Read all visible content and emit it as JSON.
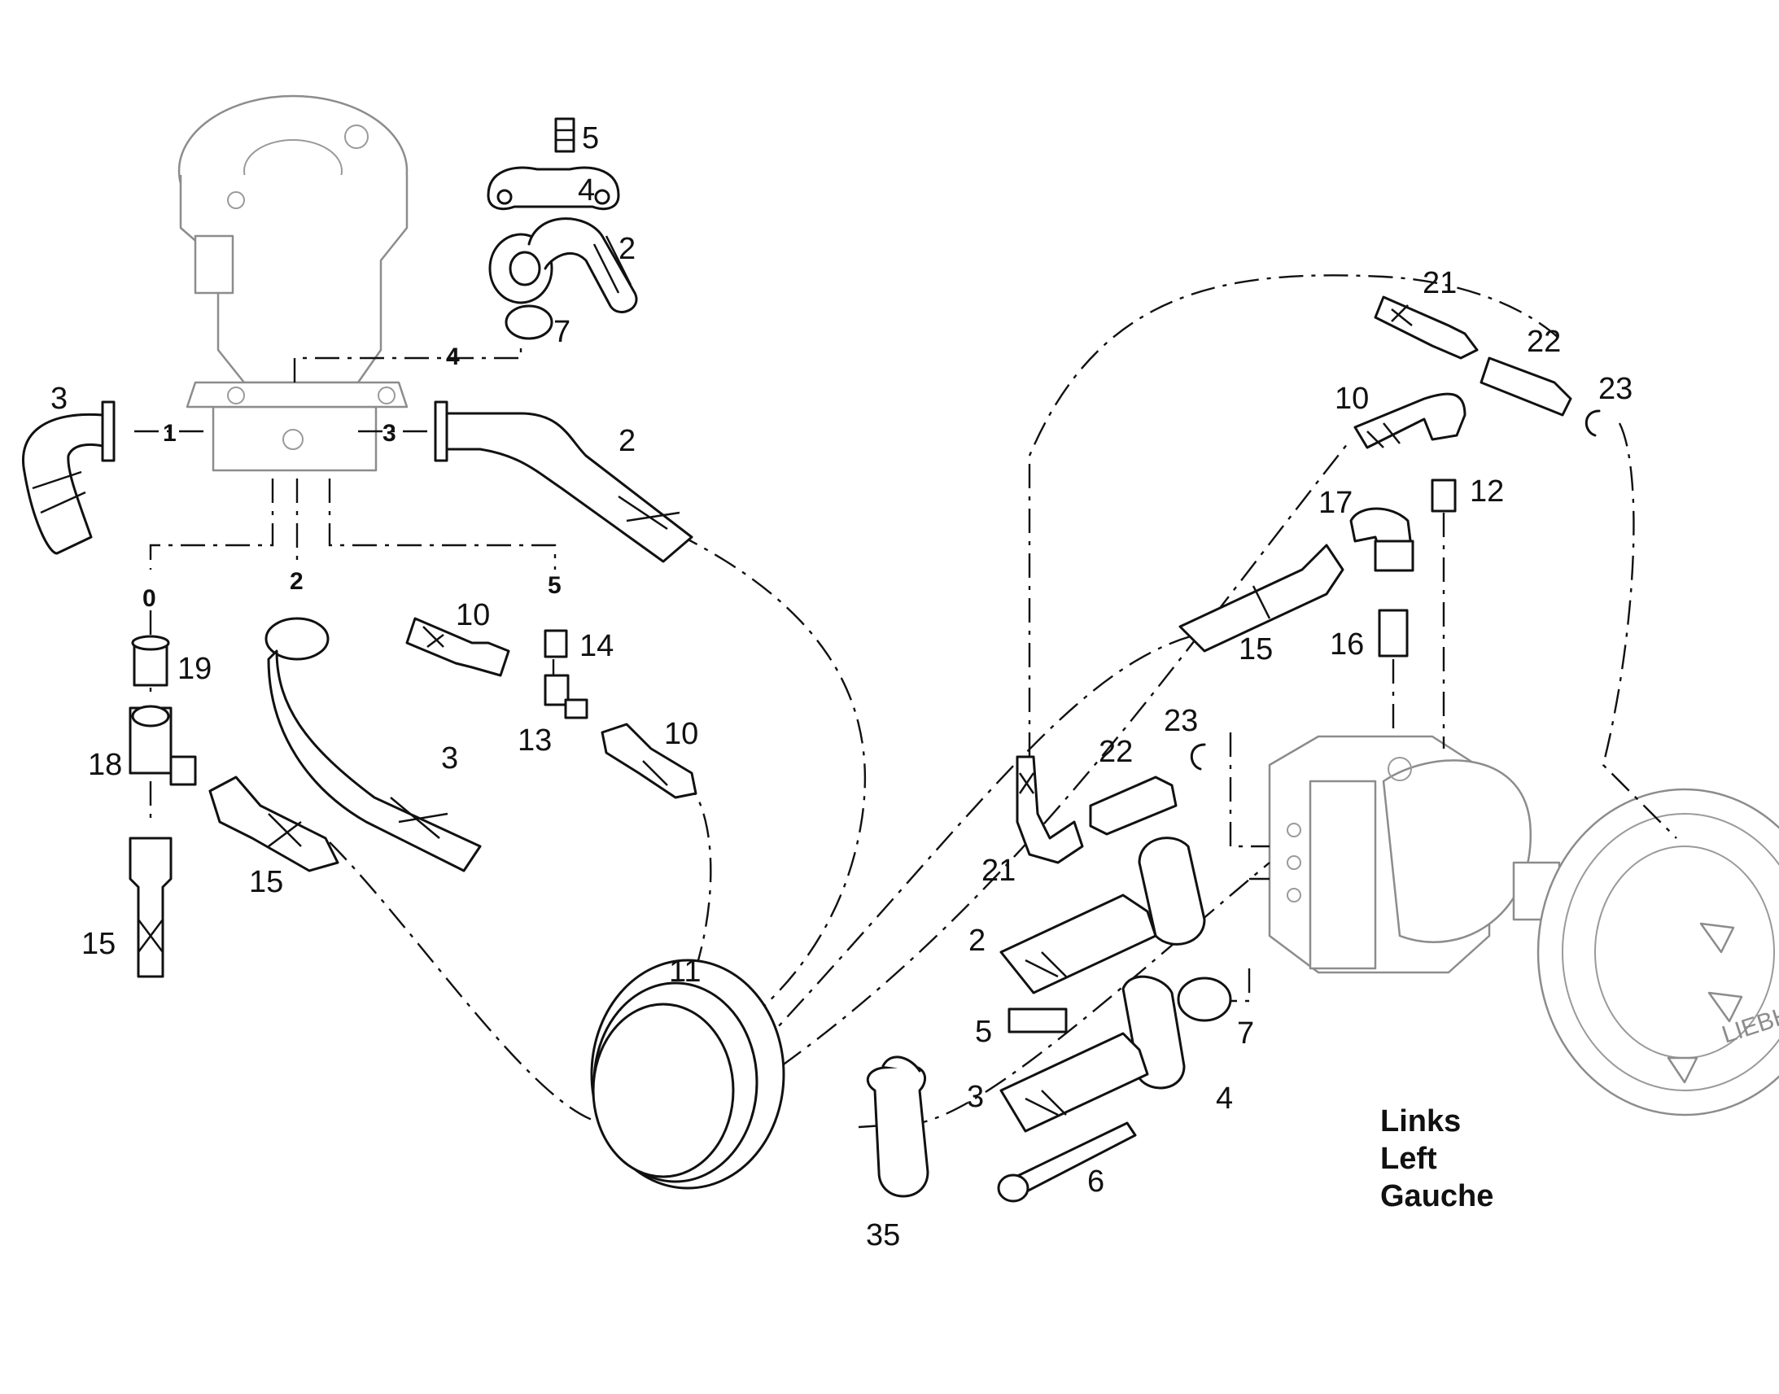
{
  "side_labels": [
    "Links",
    "Left",
    "Gauche"
  ],
  "brand_text": "LIEBH",
  "callouts": [
    {
      "id": "c-5a",
      "text": "5"
    },
    {
      "id": "c-4a",
      "text": "4"
    },
    {
      "id": "c-2a",
      "text": "2"
    },
    {
      "id": "c-7a",
      "text": "7"
    },
    {
      "id": "c-4b",
      "text": "4"
    },
    {
      "id": "c-3a",
      "text": "3"
    },
    {
      "id": "c-1",
      "text": "1"
    },
    {
      "id": "c-3b",
      "text": "3"
    },
    {
      "id": "c-2b",
      "text": "2"
    },
    {
      "id": "c-0",
      "text": "0"
    },
    {
      "id": "c-2c",
      "text": "2"
    },
    {
      "id": "c-5b",
      "text": "5"
    },
    {
      "id": "c-10a",
      "text": "10"
    },
    {
      "id": "c-14",
      "text": "14"
    },
    {
      "id": "c-19",
      "text": "19"
    },
    {
      "id": "c-13",
      "text": "13"
    },
    {
      "id": "c-10b",
      "text": "10"
    },
    {
      "id": "c-18",
      "text": "18"
    },
    {
      "id": "c-3c",
      "text": "3"
    },
    {
      "id": "c-15a",
      "text": "15"
    },
    {
      "id": "c-15b",
      "text": "15"
    },
    {
      "id": "c-21a",
      "text": "21"
    },
    {
      "id": "c-22a",
      "text": "22"
    },
    {
      "id": "c-23a",
      "text": "23"
    },
    {
      "id": "c-10c",
      "text": "10"
    },
    {
      "id": "c-12",
      "text": "12"
    },
    {
      "id": "c-17",
      "text": "17"
    },
    {
      "id": "c-15c",
      "text": "15"
    },
    {
      "id": "c-16",
      "text": "16"
    },
    {
      "id": "c-23b",
      "text": "23"
    },
    {
      "id": "c-22b",
      "text": "22"
    },
    {
      "id": "c-21b",
      "text": "21"
    },
    {
      "id": "c-2d",
      "text": "2"
    },
    {
      "id": "c-11",
      "text": "11"
    },
    {
      "id": "c-5c",
      "text": "5"
    },
    {
      "id": "c-7b",
      "text": "7"
    },
    {
      "id": "c-3d",
      "text": "3"
    },
    {
      "id": "c-4c",
      "text": "4"
    },
    {
      "id": "c-6",
      "text": "6"
    },
    {
      "id": "c-35",
      "text": "35"
    }
  ]
}
